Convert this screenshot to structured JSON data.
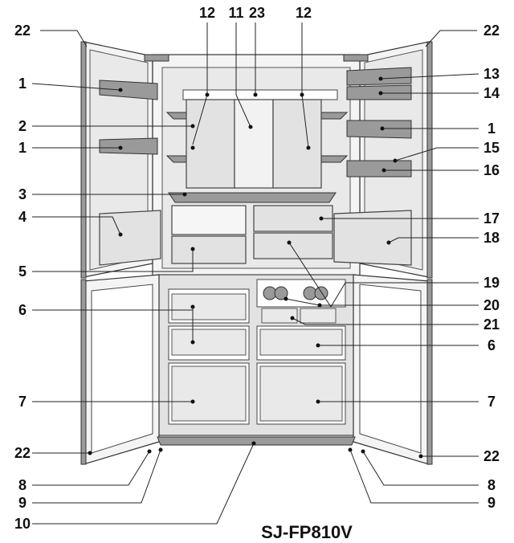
{
  "model_name": "SJ-FP810V",
  "callouts": {
    "top": [
      "12",
      "11",
      "23",
      "12"
    ],
    "left": [
      "22",
      "1",
      "2",
      "1",
      "3",
      "4",
      "5",
      "6",
      "7",
      "22",
      "8",
      "9",
      "10"
    ],
    "right": [
      "22",
      "13",
      "14",
      "1",
      "15",
      "16",
      "17",
      "18",
      "19",
      "20",
      "21",
      "6",
      "7",
      "22",
      "8",
      "9"
    ]
  }
}
